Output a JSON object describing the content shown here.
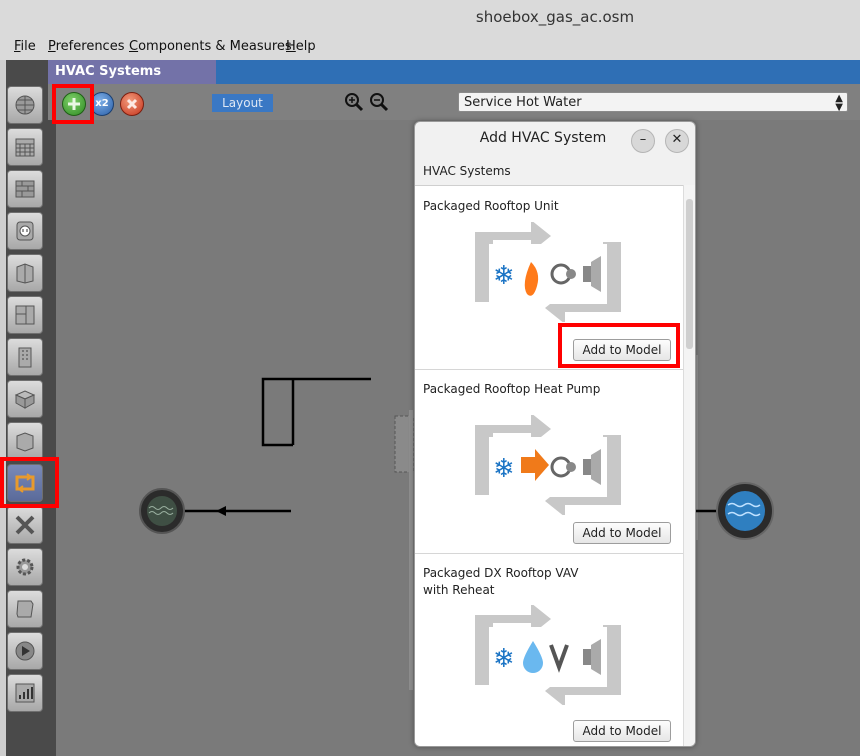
{
  "window": {
    "title": "shoebox_gas_ac.osm"
  },
  "menu": [
    {
      "label": "File",
      "u": "F",
      "rest": "ile"
    },
    {
      "label": "Preferences",
      "u": "P",
      "rest": "references"
    },
    {
      "label": "Components & Measures",
      "u": "C",
      "rest": "omponents & Measures"
    },
    {
      "label": "Help",
      "u": "H",
      "rest": "elp"
    }
  ],
  "sidebar": {
    "items": [
      {
        "name": "site",
        "icon": "globe-icon"
      },
      {
        "name": "schedules",
        "icon": "calendar-icon"
      },
      {
        "name": "constructions",
        "icon": "bricks-icon"
      },
      {
        "name": "loads",
        "icon": "outlet-icon"
      },
      {
        "name": "space-types",
        "icon": "room-icon"
      },
      {
        "name": "geometry",
        "icon": "floorplan-icon"
      },
      {
        "name": "facility",
        "icon": "building-icon"
      },
      {
        "name": "spaces",
        "icon": "cube-icon"
      },
      {
        "name": "thermal-zones",
        "icon": "zone-icon"
      },
      {
        "name": "hvac-systems",
        "icon": "hvac-loop-icon",
        "active": true
      },
      {
        "name": "output-variables",
        "icon": "x-icon"
      },
      {
        "name": "simulation-settings",
        "icon": "gears-icon"
      },
      {
        "name": "measures",
        "icon": "scroll-icon"
      },
      {
        "name": "run-simulation",
        "icon": "play-icon"
      },
      {
        "name": "results",
        "icon": "bar-chart-icon"
      }
    ]
  },
  "header": {
    "title": "HVAC Systems"
  },
  "toolbar": {
    "layout_label": "Layout",
    "x2_label": "x2",
    "loop_selected": "Service Hot Water"
  },
  "dialog": {
    "title": "Add HVAC System",
    "minimize_glyph": "–",
    "close_glyph": "✕",
    "section_label": "HVAC Systems",
    "systems": [
      {
        "name": "Packaged Rooftop Unit",
        "button": "Add to Model"
      },
      {
        "name": "Packaged Rooftop Heat Pump",
        "button": "Add to Model"
      },
      {
        "name": "Packaged DX Rooftop VAV with Reheat",
        "button": "Add to Model"
      }
    ]
  },
  "colors": {
    "highlight": "#ff0000",
    "header_blue": "#2f6fb5",
    "header_label": "#7372a8",
    "canvas": "#7a7a7a"
  }
}
